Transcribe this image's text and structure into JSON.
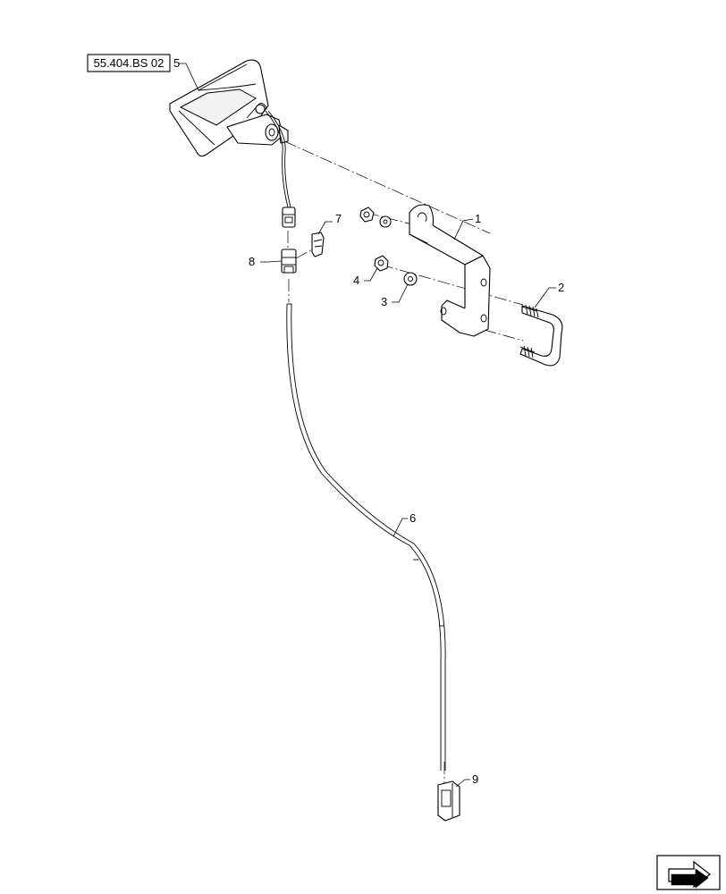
{
  "reference_box": {
    "label": "55.404.BS 02"
  },
  "callouts": [
    {
      "id": "1",
      "label": "1"
    },
    {
      "id": "2",
      "label": "2"
    },
    {
      "id": "3",
      "label": "3"
    },
    {
      "id": "4",
      "label": "4"
    },
    {
      "id": "5",
      "label": "5"
    },
    {
      "id": "6",
      "label": "6"
    },
    {
      "id": "7",
      "label": "7"
    },
    {
      "id": "8",
      "label": "8"
    },
    {
      "id": "9",
      "label": "9"
    }
  ],
  "icons": {
    "navigation": "arrow-next-icon"
  }
}
